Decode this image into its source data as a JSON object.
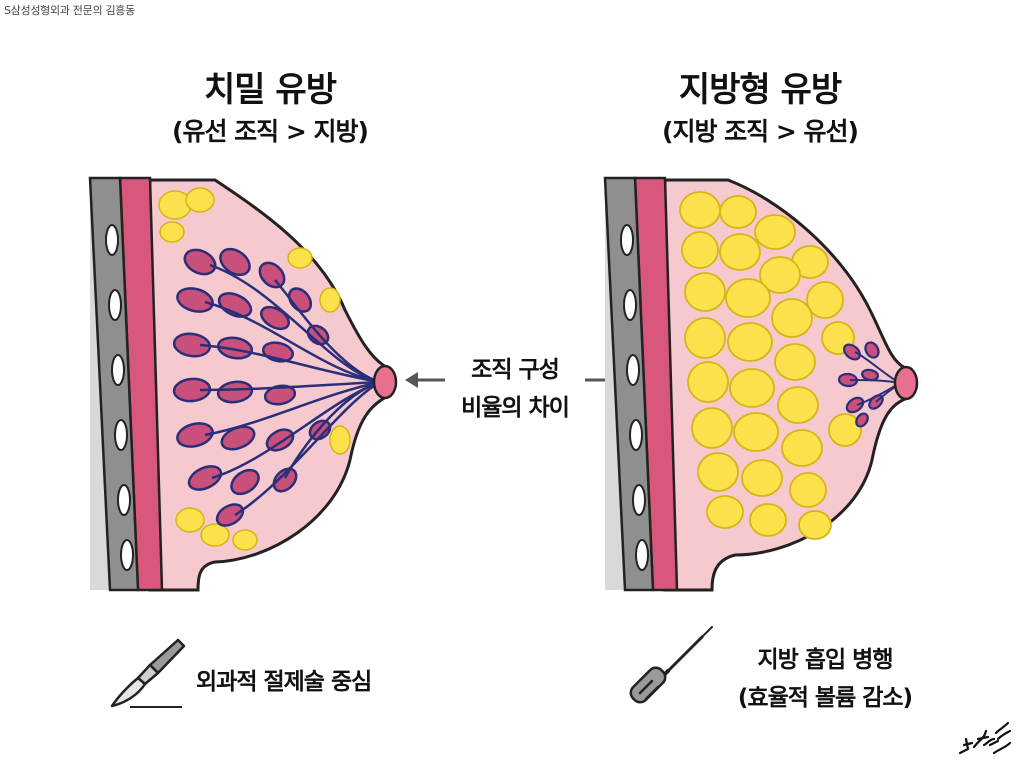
{
  "watermark": "S삼성성형외과 전문의 김흥동",
  "left": {
    "title": "치밀 유방",
    "subtitle": "(유선 조직 > 지방)",
    "caption": "외과적 절제술 중심"
  },
  "right": {
    "title": "지방형 유방",
    "subtitle": "(지방 조직 > 유선)",
    "caption_line1": "지방 흡입 병행",
    "caption_line2": "(효율적 볼륨 감소)"
  },
  "center": {
    "line1": "조직 구성",
    "line2": "비율의 차이"
  },
  "icons": {
    "left_tool": "scalpel-icon",
    "right_tool": "liposuction-cannula-icon",
    "center_arrows": "double-arrow-icon",
    "signature": "signature-icon"
  },
  "colors": {
    "skin": "#f6c9cf",
    "muscle": "#d9577d",
    "fat": "#fbe14c",
    "fat_outline": "#d8b414",
    "gland": "#c9507a",
    "duct": "#2a2f7a",
    "rib": "#8f8f8f",
    "chest": "#d9d9d9"
  }
}
